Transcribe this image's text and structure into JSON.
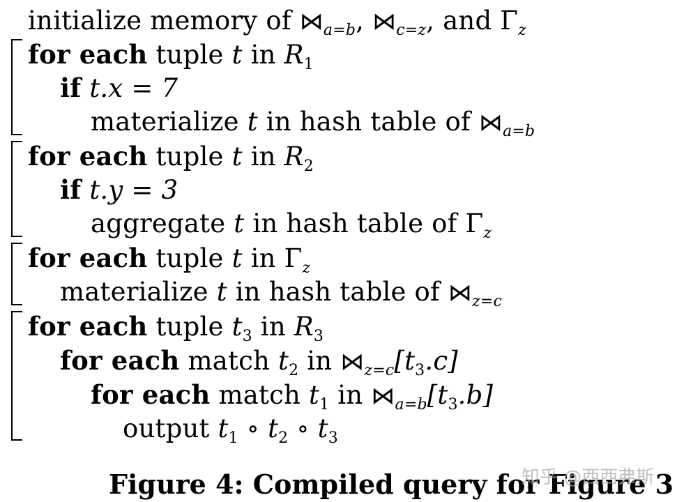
{
  "symbols": {
    "join": "⋈",
    "gamma": "Γ",
    "circ": "∘"
  },
  "lines": [
    {
      "id": "init",
      "parts": {
        "a": "initialize memory of ",
        "s1": "a=b",
        "c1": ", ",
        "s2": "c=z",
        "c2": ", and ",
        "s3": "z"
      }
    },
    {
      "id": "l1",
      "parts": {
        "kw": "for each",
        "t1": " tuple ",
        "v": "t",
        "t2": " in ",
        "r": "R",
        "rs": "1"
      }
    },
    {
      "id": "l2",
      "parts": {
        "kw": "if",
        "expr": " t.x = 7"
      }
    },
    {
      "id": "l3",
      "parts": {
        "t1": "materialize ",
        "v": "t",
        "t2": " in hash table of ",
        "s1": "a=b"
      }
    },
    {
      "id": "l4",
      "parts": {
        "kw": "for each",
        "t1": " tuple ",
        "v": "t",
        "t2": " in ",
        "r": "R",
        "rs": "2"
      }
    },
    {
      "id": "l5",
      "parts": {
        "kw": "if",
        "expr": " t.y = 3"
      }
    },
    {
      "id": "l6",
      "parts": {
        "t1": "aggregate ",
        "v": "t",
        "t2": " in hash table of ",
        "s1": "z"
      }
    },
    {
      "id": "l7",
      "parts": {
        "kw": "for each",
        "t1": " tuple ",
        "v": "t",
        "t2": " in ",
        "s1": "z"
      }
    },
    {
      "id": "l8",
      "parts": {
        "t1": "materialize ",
        "v": "t",
        "t2": " in hash table of ",
        "s1": "z=c"
      }
    },
    {
      "id": "l9",
      "parts": {
        "kw": "for each",
        "t1": " tuple ",
        "v": "t",
        "vs": "3",
        "t2": " in ",
        "r": "R",
        "rs": "3"
      }
    },
    {
      "id": "l10",
      "parts": {
        "kw": "for each",
        "t1": " match ",
        "v": "t",
        "vs": "2",
        "t2": " in ",
        "s1": "z=c",
        "br": "[t",
        "bs": "3",
        "br2": ".c]"
      }
    },
    {
      "id": "l11",
      "parts": {
        "kw": "for each",
        "t1": " match ",
        "v": "t",
        "vs": "1",
        "t2": " in ",
        "s1": "a=b",
        "br": "[t",
        "bs": "3",
        "br2": ".b]"
      }
    },
    {
      "id": "l12",
      "parts": {
        "t1": "output ",
        "v1": "t",
        "s1": "1",
        "v2": "t",
        "s2": "2",
        "v3": "t",
        "s3": "3"
      }
    }
  ],
  "caption": "Figure 4:  Compiled query for Figure 3",
  "watermark": "知乎 @西西弗斯"
}
